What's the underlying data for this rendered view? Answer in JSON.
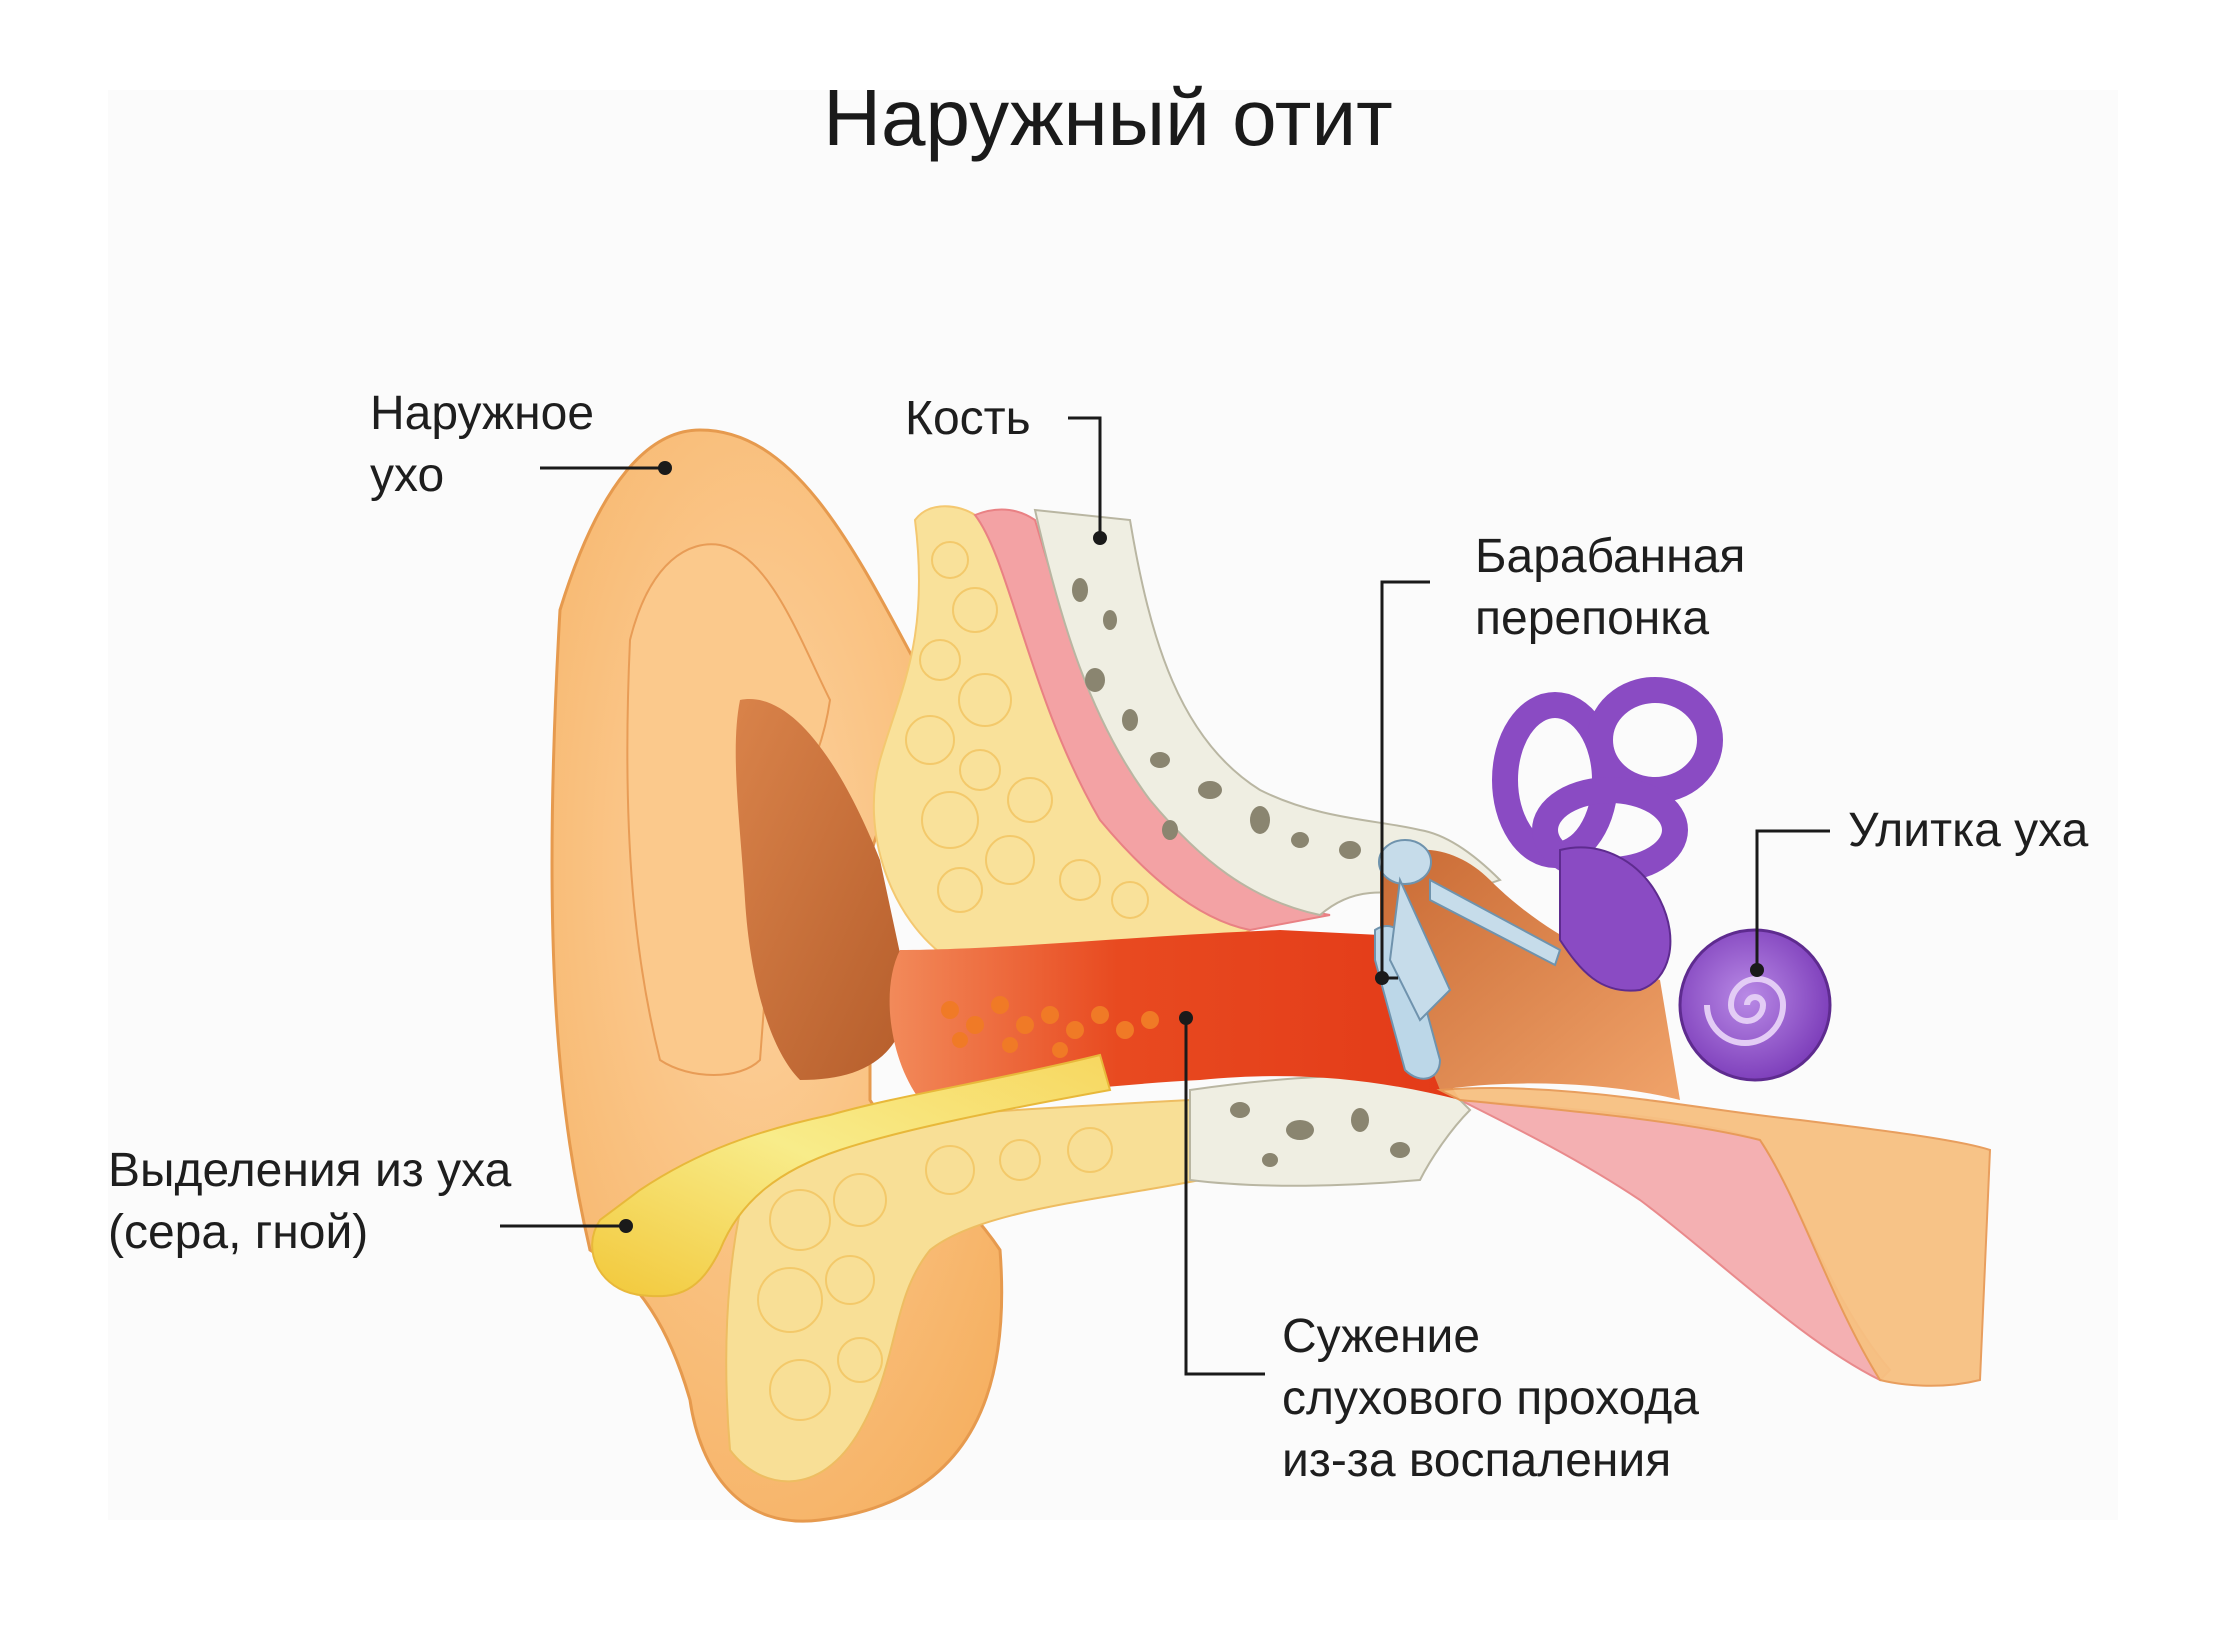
{
  "title": "Наружный отит",
  "labels": {
    "outer_ear": [
      "Наружное",
      "ухо"
    ],
    "bone": "Кость",
    "eardrum": [
      "Барабанная",
      "перепонка"
    ],
    "cochlea": "Улитка уха",
    "discharge": [
      "Выделения из уха",
      "(сера, гной)"
    ],
    "narrowing": [
      "Сужение",
      "слухового прохода",
      "из-за воспаления"
    ]
  },
  "colors": {
    "skin": "#f9b968",
    "skin_light": "#fdd7a5",
    "concha": "#c8703a",
    "fat": "#f8df8e",
    "bone": "#efeee1",
    "bone_pores": "#8a8570",
    "muscle": "#f4a3a3",
    "inflamed_canal": "#e8401e",
    "discharge": "#f5e27a",
    "inner_ear": "#8a4bc3",
    "eardrum": "#bcd7e8"
  }
}
